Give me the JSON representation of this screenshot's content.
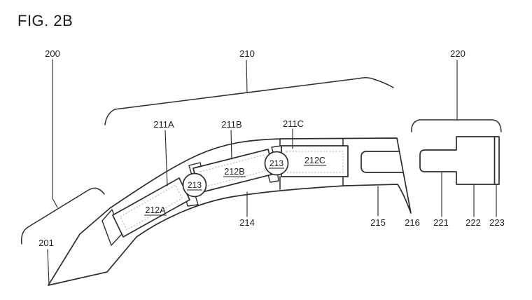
{
  "figure": {
    "title": "FIG. 2B",
    "colors": {
      "line": "#2d2d2d",
      "text": "#1c1c1c",
      "dotted": "#b0b0b0",
      "background": "#ffffff"
    },
    "labels": {
      "n200": "200",
      "n201": "201",
      "n210": "210",
      "n211a": "211A",
      "n211b": "211B",
      "n211c": "211C",
      "n212a": "212A",
      "n212b": "212B",
      "n212c": "212C",
      "n213": "213",
      "n214": "214",
      "n215": "215",
      "n216": "216",
      "n220": "220",
      "n221": "221",
      "n222": "222",
      "n223": "223"
    }
  }
}
